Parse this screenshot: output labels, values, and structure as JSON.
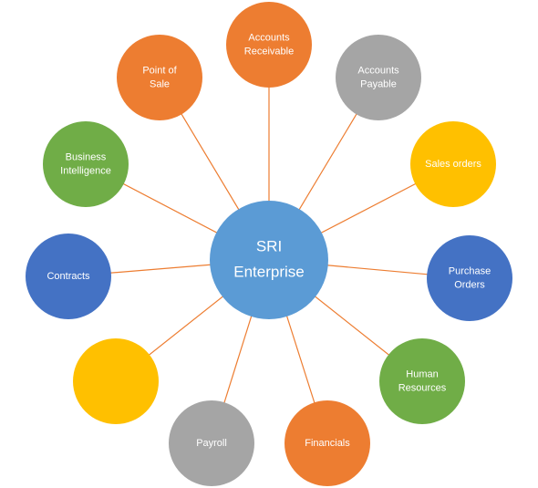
{
  "hub": {
    "lines": [
      "SRI",
      "Enterprise"
    ],
    "color": "#5B9BD5"
  },
  "connector_color": "#ED7D31",
  "colors": {
    "orange": "#ED7D31",
    "gray": "#A5A5A5",
    "yellow": "#FFC000",
    "blue": "#4472C4",
    "green": "#70AD47"
  },
  "nodes": [
    {
      "id": "accounts-receivable",
      "lines": [
        "Accounts",
        "Receivable"
      ],
      "color": "orange"
    },
    {
      "id": "accounts-payable",
      "lines": [
        "Accounts",
        "Payable"
      ],
      "color": "gray"
    },
    {
      "id": "sales-orders",
      "lines": [
        "Sales orders"
      ],
      "color": "yellow"
    },
    {
      "id": "purchase-orders",
      "lines": [
        "Purchase",
        "Orders"
      ],
      "color": "blue"
    },
    {
      "id": "human-resources",
      "lines": [
        "Human",
        "Resources"
      ],
      "color": "green"
    },
    {
      "id": "financials",
      "lines": [
        "Financials"
      ],
      "color": "orange"
    },
    {
      "id": "payroll",
      "lines": [
        "Payroll"
      ],
      "color": "gray"
    },
    {
      "id": "blank-node",
      "lines": [],
      "color": "yellow"
    },
    {
      "id": "contracts",
      "lines": [
        "Contracts"
      ],
      "color": "blue"
    },
    {
      "id": "business-intelligence",
      "lines": [
        "Business",
        "Intelligence"
      ],
      "color": "green"
    },
    {
      "id": "point-of-sale",
      "lines": [
        "Point of",
        "Sale"
      ],
      "color": "orange"
    }
  ]
}
